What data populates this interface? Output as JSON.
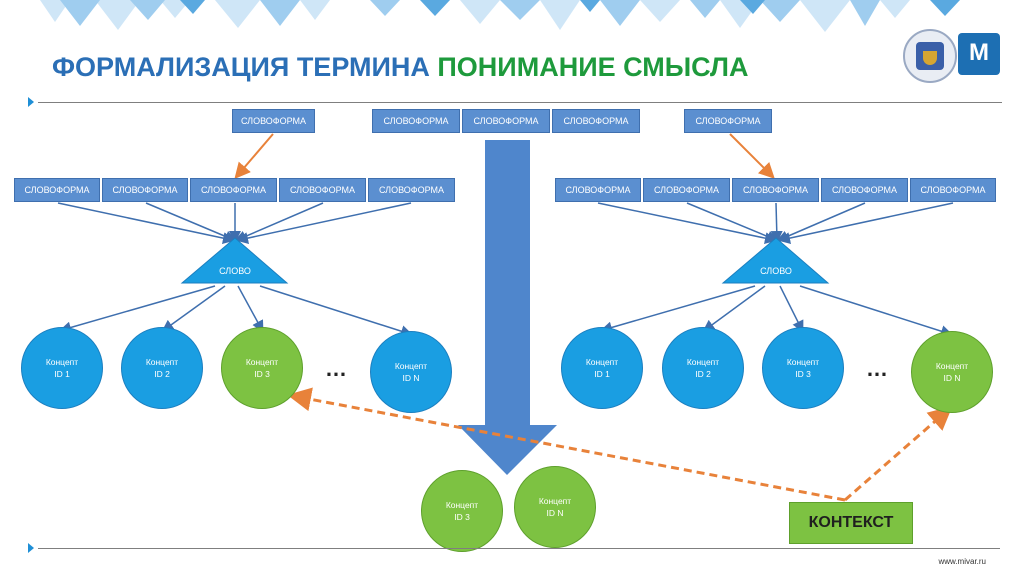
{
  "title": {
    "part1": "ФОРМАЛИЗАЦИЯ ТЕРМИНА",
    "part2": "ПОНИМАНИЕ СМЫСЛА"
  },
  "colors": {
    "title_blue": "#2b6fb6",
    "title_green": "#1e9a3c",
    "box_blue": "#5b8fd0",
    "circle_blue": "#1a9ee2",
    "circle_green": "#7dc242",
    "arrow_orange": "#e8823a",
    "big_arrow": "#4f86cc"
  },
  "top_row": {
    "left": "СЛОВОФОРМА",
    "center": [
      "СЛОВОФОРМА",
      "СЛОВОФОРМА",
      "СЛОВОФОРМА"
    ],
    "right": "СЛОВОФОРМА"
  },
  "left": {
    "forms": [
      "СЛОВОФОРМА",
      "СЛОВОФОРМА",
      "СЛОВОФОРМА",
      "СЛОВОФОРМА",
      "СЛОВОФОРМА"
    ],
    "word": "СЛОВО",
    "concepts": [
      {
        "line1": "Концепт",
        "line2": "ID 1"
      },
      {
        "line1": "Концепт",
        "line2": "ID 2"
      },
      {
        "line1": "Концепт",
        "line2": "ID 3"
      },
      {
        "line1": "Концепт",
        "line2": "ID N"
      }
    ],
    "ellipsis": "…"
  },
  "right": {
    "forms": [
      "СЛОВОФОРМА",
      "СЛОВОФОРМА",
      "СЛОВОФОРМА",
      "СЛОВОФОРМА",
      "СЛОВОФОРМА"
    ],
    "word": "СЛОВО",
    "concepts": [
      {
        "line1": "Концепт",
        "line2": "ID 1"
      },
      {
        "line1": "Концепт",
        "line2": "ID 2"
      },
      {
        "line1": "Концепт",
        "line2": "ID 3"
      },
      {
        "line1": "Концепт",
        "line2": "ID N"
      }
    ],
    "ellipsis": "…"
  },
  "result": [
    {
      "line1": "Концепт",
      "line2": "ID 3"
    },
    {
      "line1": "Концепт",
      "line2": "ID N"
    }
  ],
  "context": "КОНТЕКСТ",
  "footer": "www.mivar.ru",
  "logos": {
    "right_logo_letter": "M"
  }
}
